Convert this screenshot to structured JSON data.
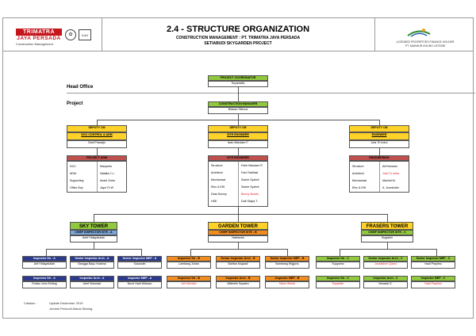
{
  "header": {
    "company": "TRIMATRA",
    "company_sub": "JAYA PERSADA",
    "company_tag": "Construction Management",
    "title": "2.4 - STRUCTURE ORGANIZATION",
    "subtitle": "CONSTRUCTION MANAGEMENT : PT. TRIMATRA JAYA PERSADA",
    "project": "SETIABUDI SKYGARDEN PROJECT",
    "client_line1": "LICENSED PROPERTIES FINANCE HOLDER",
    "client_line2": "PT. MAKMUR AGUNG LESTARI"
  },
  "sections": {
    "head_office": "Head Office",
    "project": "Project"
  },
  "top": {
    "project_coordinator": {
      "title": "PROJECT COORDINATOR",
      "name": "Suyanwita"
    },
    "construction_manager": {
      "title": "CONSTRUCTION MANAGER",
      "name": "Bidwan Silenus"
    }
  },
  "deputies": [
    {
      "title": "DEPUTY CM",
      "sub": "DOC CONTROL & ADM",
      "name": "Budi Prasatjo"
    },
    {
      "title": "DEPUTY CM",
      "sub": "SITE ENGINEER",
      "name": "Iwan Mandam F."
    },
    {
      "title": "DEPUTY CM",
      "sub": "ENGINEER",
      "name": "Juta Tri Indra"
    }
  ],
  "project_admin": {
    "title": "PROJECT ADM",
    "rows": [
      [
        "DCC",
        "Maryanto"
      ],
      [
        "ADM",
        "Natalia C.L."
      ],
      [
        "Supporting",
        "Andul Gofur"
      ],
      [
        "Office Boy",
        "Jaya Tri W"
      ]
    ]
  },
  "site_engineer": {
    "title": "SITE ENGINEER",
    "rows": [
      [
        "Structure",
        "Febri Mandam R"
      ],
      [
        "Architech",
        "Fani Fadillasi"
      ],
      [
        "Mechanical",
        "Subrin Syahril"
      ],
      [
        "Elec & ElH",
        "Subrin Syahril"
      ],
      [
        "Data Survey",
        "Benny Mulato"
      ],
      [
        "HSE",
        "Dolt Gfajra T."
      ]
    ]
  },
  "engineering": {
    "title": "ENGINEERING",
    "rows": [
      [
        "Structure",
        "Arif Ikmanto"
      ],
      [
        "Architech",
        "Juta Tri Indra"
      ],
      [
        "Mechanical",
        "Machid M."
      ],
      [
        "Elec & ElH",
        "A. Jumaludin"
      ]
    ]
  },
  "towers": [
    {
      "name": "SKY TOWER",
      "chief": "CHIEF INSPECTOR SITE - A",
      "person": "Arief Hidayatullah"
    },
    {
      "name": "GARDEN TOWER",
      "chief": "CHIEF INSPECTOR SITE - B",
      "person": "Nathanial"
    },
    {
      "name": "FRASERS TOWER",
      "chief": "CHIEF INSPECTOR SITE - C",
      "person": "Supjahin"
    }
  ],
  "inspectors": [
    {
      "role": "Inspector Str - A",
      "names": [
        "Arif Hidayatullah",
        "Endan Jono Einting"
      ]
    },
    {
      "role": "Senior Inspector Arch - A",
      "names": [
        "Bangga Bayu Hutama",
        "Arief Sulendar"
      ]
    },
    {
      "role": "Senior Inspector MEP - A",
      "names": [
        "Sukandin",
        "Nurul Hadi Wibowo"
      ]
    },
    {
      "role": "Inspector Str - B",
      "names": [
        "Lambang Johan",
        "Juli Hermito"
      ]
    },
    {
      "role": "Senior Inspector Arch - B",
      "names": [
        "Bahfan Mujaadi",
        "Midhelle Supatra"
      ]
    },
    {
      "role": "Senior Inspector MEP - B",
      "names": [
        "Bambang Wigjono",
        "Mario Wendi"
      ]
    },
    {
      "role": "Inspector Str - C",
      "names": [
        "Supyanto",
        "Supardin"
      ]
    },
    {
      "role": "Senior Inspector Arch - C",
      "names": [
        "Joseliahim Qabot",
        "Nmadar S."
      ]
    },
    {
      "role": "Senior Inspector MEP - C",
      "names": [
        "Hadi Prayitno",
        "Hadi Prayitno"
      ]
    }
  ],
  "sub_roles": {
    "b_arch2": "Inspector Arch - B",
    "b_mep2": "Inspector MEP - B",
    "a_str2": "Inspector Str - A",
    "a_arch2": "Inspector Arch - A",
    "a_mep2": "Inspector MEP - A",
    "b_str2": "Inspector Str - B",
    "c_str2": "Inspector Str - C",
    "c_arch2": "Inspector Arch - C",
    "c_mep2": "Inspector MEP - C"
  },
  "notes": {
    "label": "Catatan :",
    "line1": "Update Desember 2019",
    "line2": "Jumlah Personil Aktual Staring."
  },
  "colors": {
    "green": "#92c83e",
    "yellow": "#ffd22a",
    "red": "#c0504d",
    "navy": "#2b3a8c",
    "orange": "#f28c1e",
    "red_text": "#e0202b"
  }
}
